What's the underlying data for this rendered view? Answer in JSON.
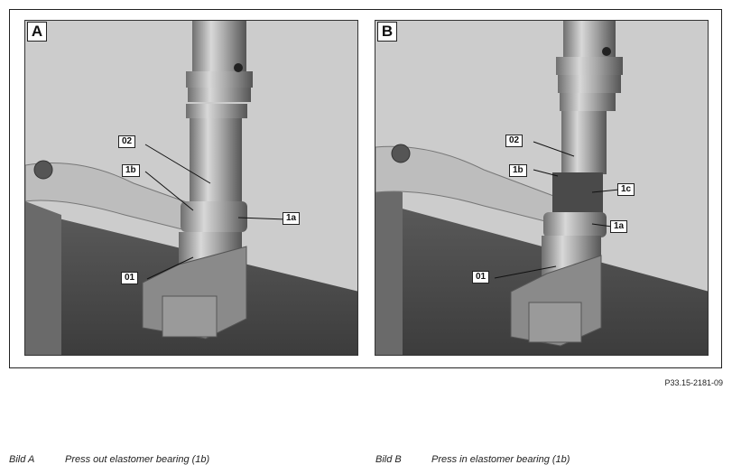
{
  "panels": [
    {
      "letter": "A",
      "callouts": [
        "02",
        "1b",
        "1a",
        "01"
      ]
    },
    {
      "letter": "B",
      "callouts": [
        "02",
        "1b",
        "1c",
        "1a",
        "01"
      ]
    }
  ],
  "figure_ref": "P33.15-2181-09",
  "captions": [
    {
      "label": "Bild A",
      "text": "Press out elastomer bearing (1b)"
    },
    {
      "label": "Bild B",
      "text": "Press in elastomer bearing (1b)"
    }
  ]
}
